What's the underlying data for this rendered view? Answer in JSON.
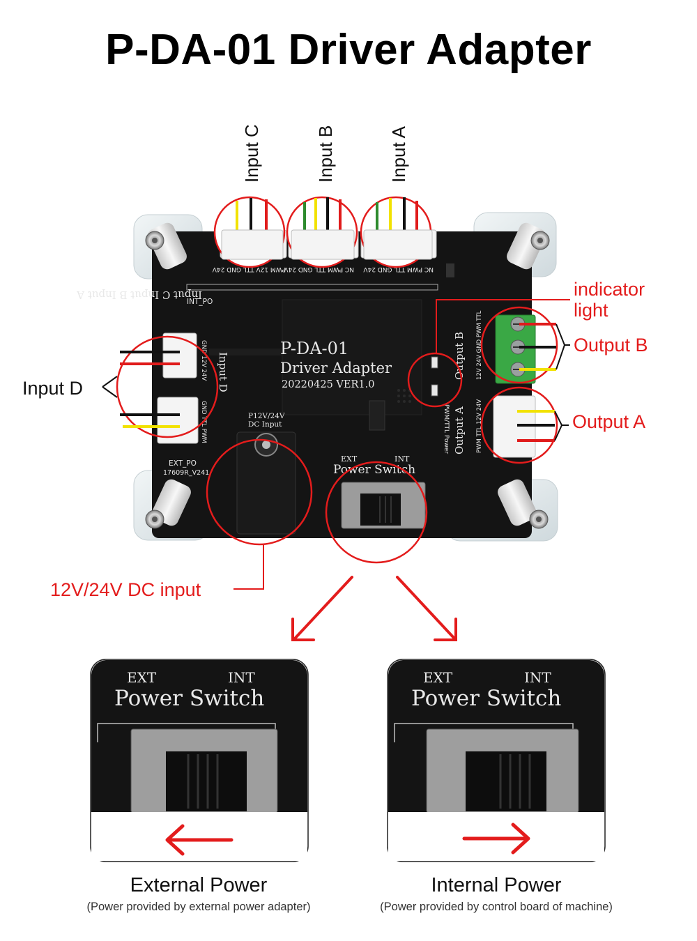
{
  "title": "P-DA-01 Driver Adapter",
  "board": {
    "model": "P-DA-01",
    "name": "Driver Adapter",
    "version": "20220425 VER1.0",
    "power_switch_label": "Power Switch",
    "ext_label": "EXT",
    "int_label": "INT",
    "dc_input_silk_1": "P12V/24V",
    "dc_input_silk_2": "DC Input",
    "int_po": "INT_PO",
    "ext_po": "EXT_PO",
    "part_code": "17609R_V241",
    "input_silk": "Input C  Input B  Input A",
    "input_d_silk": "Input D",
    "output_b_silk": "Output B",
    "output_a_silk": "Output A",
    "pin_labels_top_c": "PWM  12V  TTL GND 24V",
    "pin_labels_top_b": "NC  PWM  TTL GND  24V",
    "pin_labels_top_a": "NC  PWM  TTL GND  24V",
    "pin_labels_d1": "GND  12V  24V",
    "pin_labels_d2": "GND  TTL  PWM",
    "pin_labels_ob": "12V  24V  GND  PWM  TTL",
    "pin_labels_oa": "PWM  TTL  12V  24V",
    "led_labels": "PWM/TTL  Power"
  },
  "callouts": {
    "input_c": "Input C",
    "input_b": "Input B",
    "input_a": "Input A",
    "input_d": "Input D",
    "indicator_line1": "indicator",
    "indicator_line2": "light",
    "output_b": "Output B",
    "output_a": "Output A",
    "dc_input": "12V/24V DC input"
  },
  "panels": [
    {
      "ext_label": "EXT",
      "int_label": "INT",
      "switch_label": "Power Switch",
      "caption": "External Power",
      "subcaption": "(Power provided by external power adapter)",
      "arrow_direction": "left",
      "switch_position": "EXT"
    },
    {
      "ext_label": "EXT",
      "int_label": "INT",
      "switch_label": "Power Switch",
      "caption": "Internal Power",
      "subcaption": "(Power provided by control board of machine)",
      "arrow_direction": "right",
      "switch_position": "INT"
    }
  ],
  "colors": {
    "callout_red": "#e31c1c",
    "pcb_black": "#141414",
    "acrylic": "#dfe7ea",
    "wire_red": "#e01b1b",
    "wire_yellow": "#f2e200",
    "wire_green": "#2e8b2e",
    "terminal_green": "#3aa845"
  }
}
